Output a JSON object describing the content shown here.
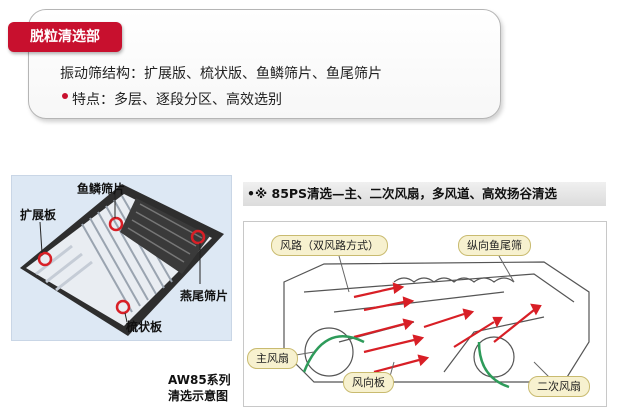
{
  "section": {
    "badge": "脱粒清选部",
    "structure": "振动筛结构：扩展版、梳状版、鱼鳞筛片、鱼尾筛片",
    "features": "特点：多层、逐段分区、高效选别"
  },
  "photo_labels": {
    "fish_scale": "鱼鳞筛片",
    "extension": "扩展板",
    "fish_tail": "燕尾筛片",
    "comb": "梳状板"
  },
  "diagram": {
    "header": "•※ 85PS清选—主、二次风扇，多风道、高效扬谷清选",
    "labels": {
      "air_path": "风路（双风路方式）",
      "longitudinal_sieve": "纵向鱼尾筛",
      "main_fan": "主风扇",
      "air_board": "风向板",
      "secondary_fan": "二次风扇"
    },
    "caption_model": "AW85系列",
    "caption_title": "清选示意图"
  },
  "colors": {
    "accent": "#c8102e",
    "tag_bg": "#f7f1cf",
    "arrow": "#d81f26"
  }
}
